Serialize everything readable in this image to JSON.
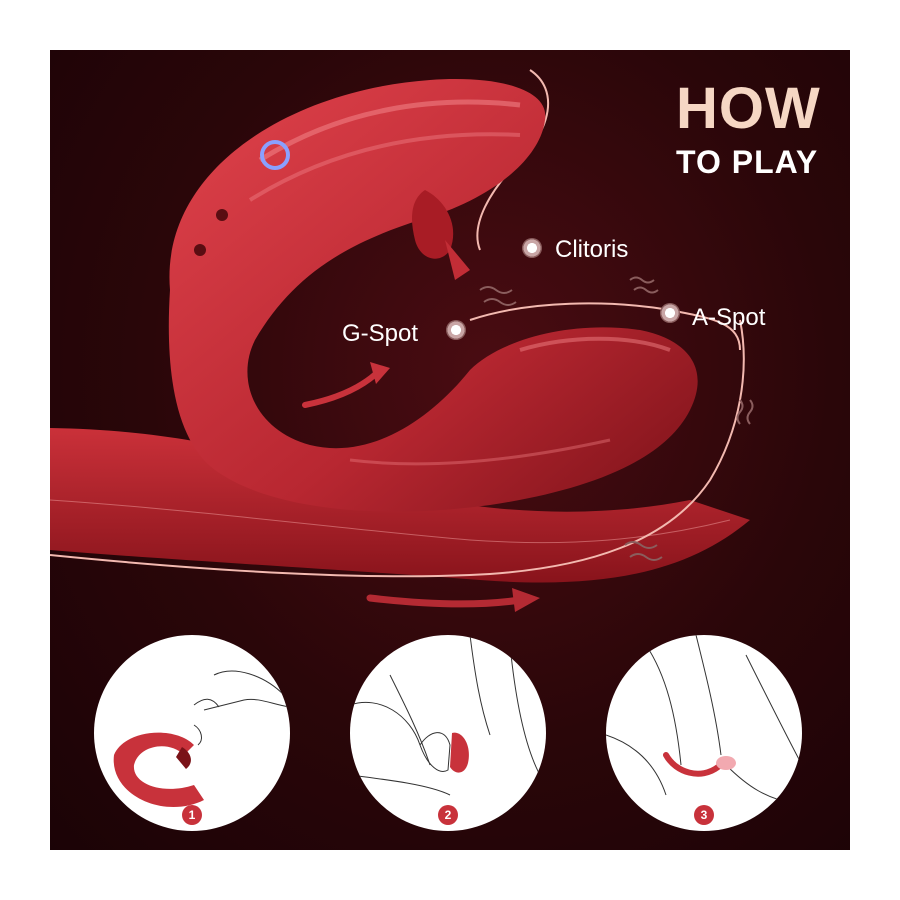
{
  "header": {
    "title_line1": "HOW",
    "title_line2": "TO PLAY"
  },
  "labels": {
    "clitoris": "Clitoris",
    "g_spot": "G-Spot",
    "a_spot": "A-Spot"
  },
  "steps": [
    {
      "number": "1"
    },
    {
      "number": "2"
    },
    {
      "number": "3"
    }
  ],
  "colors": {
    "background": "#2a0609",
    "product_red": "#c8323b",
    "title_peach": "#f6d7c4"
  }
}
